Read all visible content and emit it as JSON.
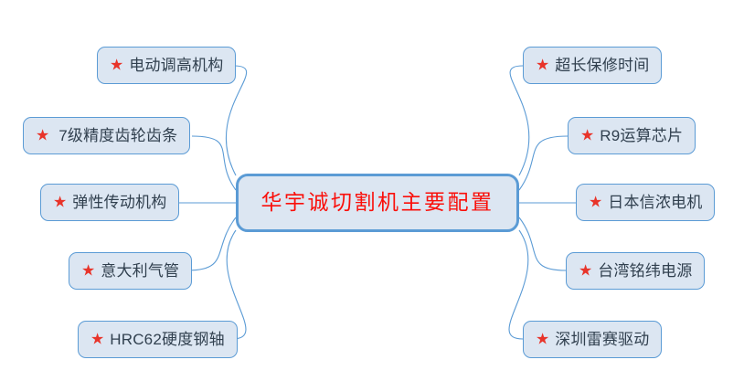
{
  "diagram": {
    "type": "mind-map",
    "background_color": "#ffffff",
    "node_fill_color": "#dce6f2",
    "node_border_color": "#5b9bd5",
    "connector_color": "#5b9bd5",
    "leaf_text_color": "#31404f",
    "center_text_color": "#fa0f0a",
    "star_color": "#e8342a",
    "star_glyph": "★",
    "center": {
      "label": "华宇诚切割机主要配置"
    },
    "left_branches": [
      {
        "label": "电动调高机构",
        "icon": "star-icon"
      },
      {
        "label": "7级精度齿轮齿条",
        "icon": "star-icon"
      },
      {
        "label": "弹性传动机构",
        "icon": "star-icon"
      },
      {
        "label": "意大利气管",
        "icon": "star-icon"
      },
      {
        "label": "HRC62硬度钢轴",
        "icon": "star-icon"
      }
    ],
    "right_branches": [
      {
        "label": "超长保修时间",
        "icon": "star-icon"
      },
      {
        "label": "R9运算芯片",
        "icon": "star-icon"
      },
      {
        "label": "日本信浓电机",
        "icon": "star-icon"
      },
      {
        "label": "台湾铭纬电源",
        "icon": "star-icon"
      },
      {
        "label": "深圳雷赛驱动",
        "icon": "star-icon"
      }
    ]
  }
}
